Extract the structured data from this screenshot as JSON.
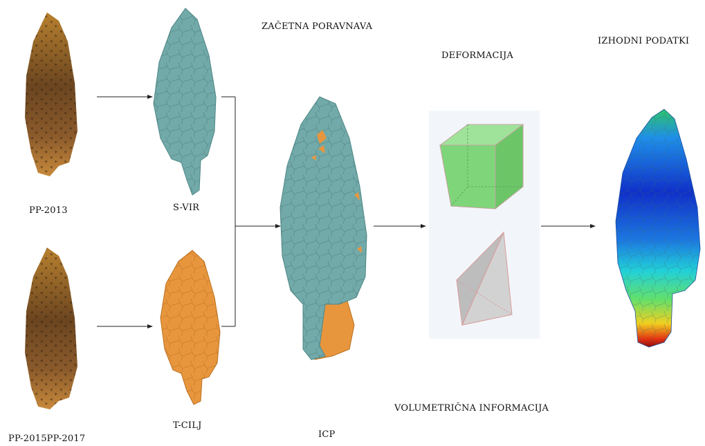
{
  "labels": {
    "source_photo": "PP-2013",
    "target_photo": "PP-2015PP-2017",
    "source_model": "S-VIR",
    "target_model": "T-CILJ",
    "initial_alignment": "ZAČETNA PORAVNAVA",
    "icp": "ICP",
    "deformation": "DEFORMACIJA",
    "volumetric_info": "VOLUMETRIČNA INFORMACIJA",
    "output": "IZHODNI PODATKI"
  },
  "colors": {
    "photo_brown": "#8a5a2b",
    "source_teal": "#72a9a9",
    "target_orange": "#e8963e",
    "cube_green": "#7fd67a",
    "tetra_gray": "#c4c4c4"
  }
}
